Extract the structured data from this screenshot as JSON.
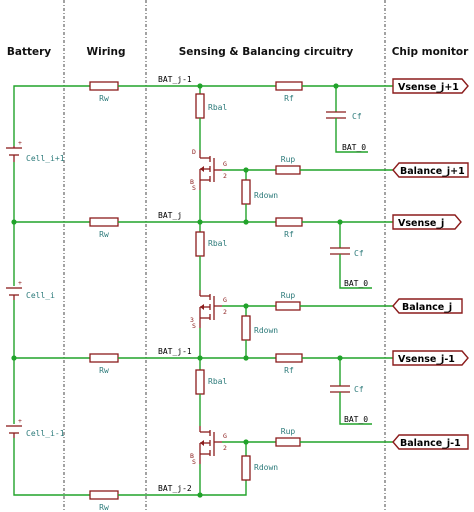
{
  "headers": {
    "battery": "Battery",
    "wiring": "Wiring",
    "sensing": "Sensing & Balancing circuitry",
    "chip": "Chip monitor"
  },
  "cells": [
    "Cell_i+1",
    "Cell_i",
    "Cell_i-1"
  ],
  "nodes": [
    "BAT_j-1",
    "BAT_j",
    "BAT_j-1",
    "BAT_j-2"
  ],
  "labels": {
    "rw": "Rw",
    "rbal": "Rbal",
    "rf": "Rf",
    "cf": "Cf",
    "rup": "Rup",
    "rdown": "Rdown",
    "bat0": "BAT_0",
    "pin_d": "D",
    "pin_g": "G",
    "pin_s": "S",
    "pin_b": "B",
    "pin_num": "3",
    "pin_g_num": "2"
  },
  "ports": {
    "vsense_top": "Vsense_j+1",
    "balance_top": "Balance_j+1",
    "vsense_mid": "Vsense_j",
    "balance_mid": "Balance_j",
    "vsense_bot": "Vsense_j-1",
    "balance_bot": "Balance_j-1"
  },
  "colors": {
    "wire": "#21a32a",
    "component": "#8b1c1c",
    "label": "#2c7a7a"
  }
}
